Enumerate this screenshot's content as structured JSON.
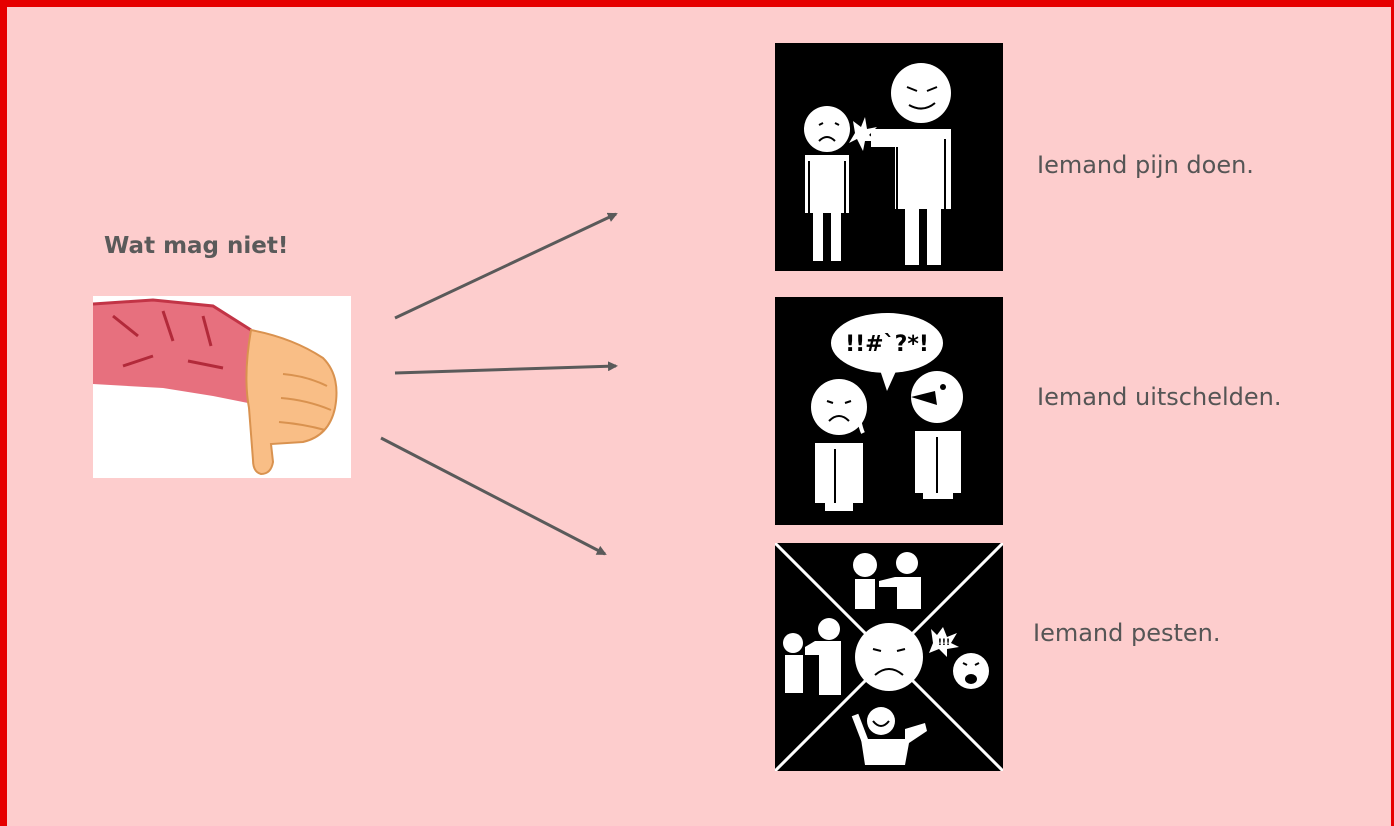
{
  "slide": {
    "title": "Wat mag niet!",
    "items": [
      {
        "caption": "Iemand pijn doen.",
        "icon": "hitting-pictogram-icon"
      },
      {
        "caption": "Iemand uitschelden.",
        "icon": "scolding-pictogram-icon",
        "speech_text": "!!#`?*!"
      },
      {
        "caption": "Iemand pesten.",
        "icon": "bullying-pictogram-icon",
        "burst_text": "!!!"
      }
    ]
  },
  "colors": {
    "background": "#fdcdcd",
    "border": "#e60000",
    "text": "#555555",
    "arrow": "#5a5a5a"
  }
}
